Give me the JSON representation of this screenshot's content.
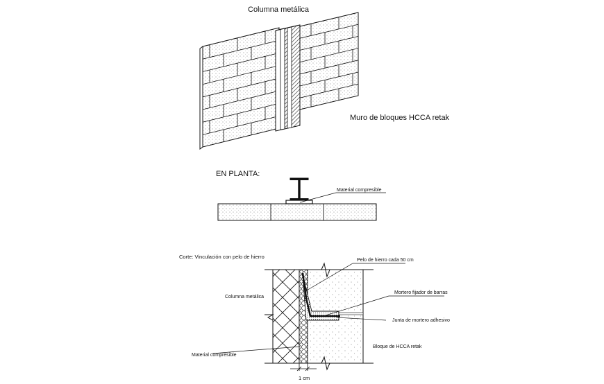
{
  "isometric": {
    "title_label": "Columna metálica",
    "wall_label": "Muro de bloques HCCA retak"
  },
  "plan": {
    "title_label": "EN PLANTA:",
    "material_label": "Material compresible"
  },
  "section": {
    "title_label": "Corte: Vinculación con pelo de hierro",
    "rebar_label": "Pelo de hierro cada 50 cm",
    "column_label": "Columna metálica",
    "mortar_label": "Mortero fijador de barras",
    "joint_label": "Junta de mortero adhesivo",
    "block_label": "Bloque de HCCA retak",
    "material_label": "Material compresible",
    "dimension_label": "1 cm"
  }
}
